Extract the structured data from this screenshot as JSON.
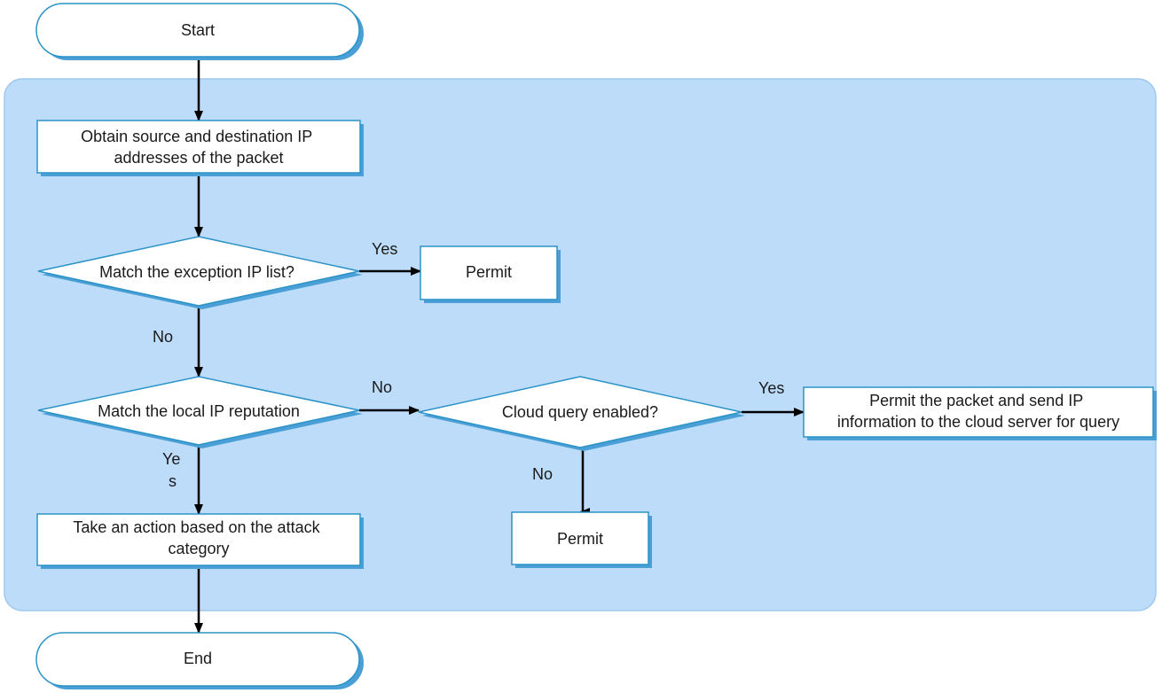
{
  "nodes": {
    "start": "Start",
    "obtain": [
      "Obtain source and destination IP",
      "addresses of the packet"
    ],
    "exception_decision": "Match the exception IP list?",
    "permit_exception": "Permit",
    "local_decision": "Match the local IP reputation",
    "cloud_decision": "Cloud query enabled?",
    "cloud_permit": [
      "Permit the packet and send IP",
      "information to the cloud server for query"
    ],
    "permit_cloud_no": "Permit",
    "action": [
      "Take an action based on the attack",
      "category"
    ],
    "end": "End"
  },
  "edge_labels": {
    "exception_yes": "Yes",
    "exception_no": "No",
    "local_no": "No",
    "local_yes": [
      "Ye",
      "s"
    ],
    "cloud_yes": "Yes",
    "cloud_no": "No"
  },
  "colors": {
    "background_panel": "#bcdcfa",
    "panel_border": "#9ec8ef",
    "shape_fill": "#ffffff",
    "shape_border": "#2b93c7",
    "shape_shadow": "#4a9fd6",
    "arrow": "#000000"
  }
}
